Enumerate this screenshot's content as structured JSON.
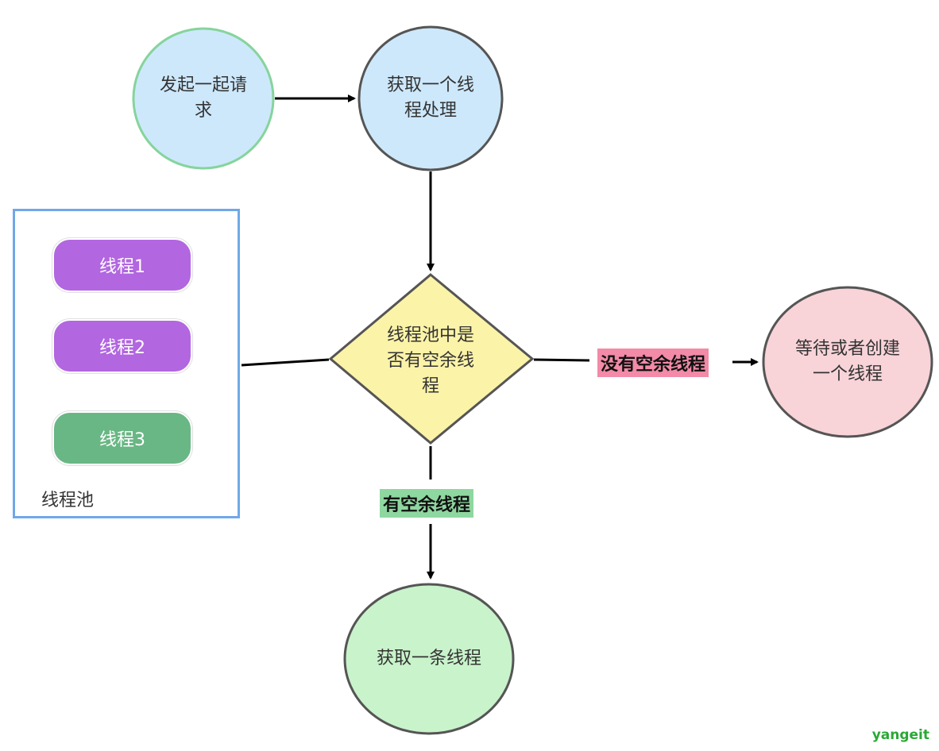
{
  "nodes": {
    "start": {
      "line1": "发起一起请",
      "line2": "求"
    },
    "get_thread": {
      "line1": "获取一个线",
      "line2": "程处理"
    },
    "decision": {
      "line1": "线程池中是",
      "line2": "否有空余线",
      "line3": "程"
    },
    "wait_or_create": {
      "line1": "等待或者创建",
      "line2": "一个线程"
    },
    "get_one": {
      "label": "获取一条线程"
    }
  },
  "thread_pool": {
    "label": "线程池",
    "threads": [
      {
        "label": "线程1",
        "color": "#b266e0"
      },
      {
        "label": "线程2",
        "color": "#b266e0"
      },
      {
        "label": "线程3",
        "color": "#69b784"
      }
    ]
  },
  "edges": {
    "no_free": {
      "label": "没有空余线程",
      "color": "#f28aa8"
    },
    "has_free": {
      "label": "有空余线程",
      "color": "#8fd7a0"
    }
  },
  "colors": {
    "start_fill": "#cde8fb",
    "start_stroke": "#86d49c",
    "blue_fill": "#cde8fb",
    "node_stroke": "#555555",
    "decision_fill": "#fbf3a8",
    "pink_fill": "#f8d3d8",
    "green_fill": "#c9f3cb",
    "pool_border": "#6fa8e8"
  },
  "brand": "yangeit"
}
